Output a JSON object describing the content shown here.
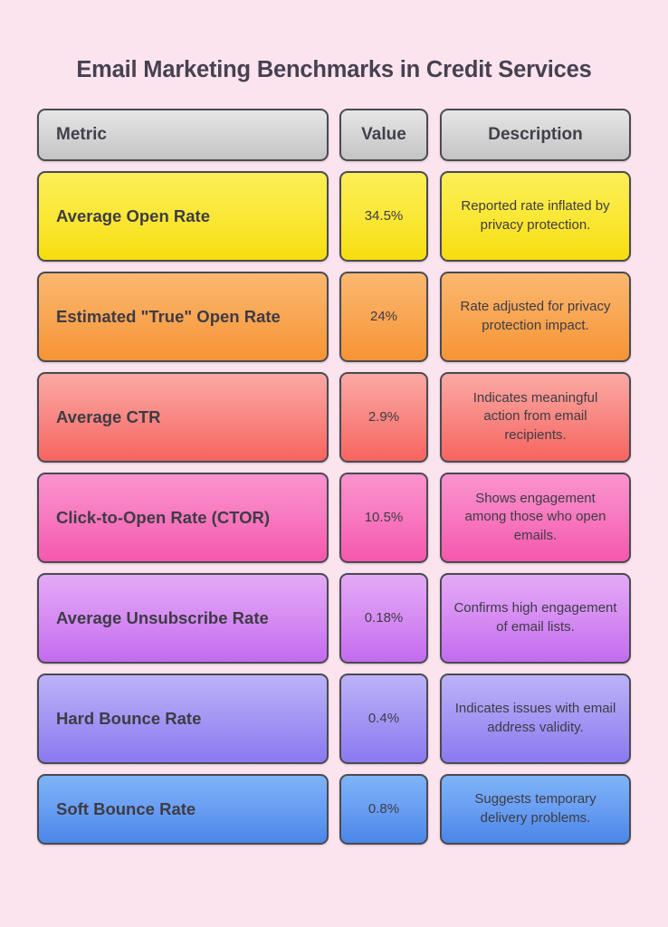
{
  "page": {
    "title": "Email Marketing Benchmarks in Credit Services",
    "background_color": "#FCE4EF",
    "text_color": "#3E3B45"
  },
  "table": {
    "headers": {
      "metric": "Metric",
      "value": "Value",
      "description": "Description"
    },
    "header_background": "#D3D3D3",
    "rows": [
      {
        "metric": "Average Open Rate",
        "value": "34.5%",
        "description": "Reported rate inflated by privacy protection.",
        "color": "#FAE93C"
      },
      {
        "metric": "Estimated \"True\" Open Rate",
        "value": "24%",
        "description": "Rate adjusted for privacy protection impact.",
        "color": "#F9A856"
      },
      {
        "metric": "Average CTR",
        "value": "2.9%",
        "description": "Indicates meaningful action from email recipients.",
        "color": "#F98B85"
      },
      {
        "metric": "Click-to-Open Rate (CTOR)",
        "value": "10.5%",
        "description": "Shows engagement among those who open emails.",
        "color": "#F87BC0"
      },
      {
        "metric": "Average Unsubscribe Rate",
        "value": "0.18%",
        "description": "Confirms high engagement of email lists.",
        "color": "#D78FF3"
      },
      {
        "metric": "Hard Bounce Rate",
        "value": "0.4%",
        "description": "Indicates issues with email address validity.",
        "color": "#A699F4"
      },
      {
        "metric": "Soft Bounce Rate",
        "value": "0.8%",
        "description": "Suggests temporary delivery problems.",
        "color": "#6BA0F3"
      }
    ]
  }
}
